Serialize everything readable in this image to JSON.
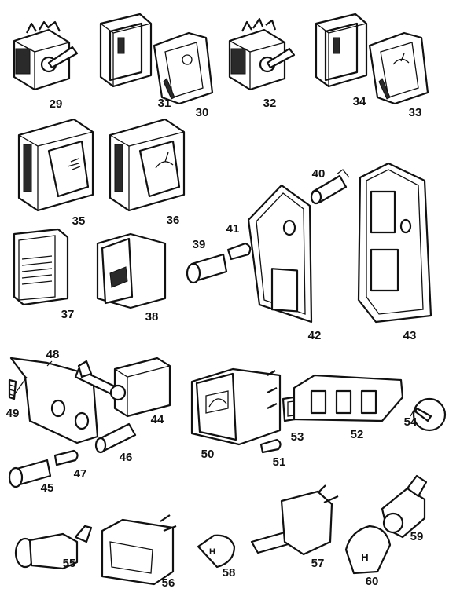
{
  "callouts": {
    "c29": "29",
    "c30": "30",
    "c31": "31",
    "c32": "32",
    "c33": "33",
    "c34": "34",
    "c35": "35",
    "c36": "36",
    "c37": "37",
    "c38": "38",
    "c39": "39",
    "c40": "40",
    "c41": "41",
    "c42": "42",
    "c43": "43",
    "c44": "44",
    "c45": "45",
    "c46": "46",
    "c47": "47",
    "c48": "48",
    "c49": "49",
    "c50": "50",
    "c51": "51",
    "c52": "52",
    "c53": "53",
    "c54": "54",
    "c55": "55",
    "c56": "56",
    "c57": "57",
    "c58": "58",
    "c59": "59",
    "c60": "60"
  },
  "symbols": {
    "gear_knob_letter": "H",
    "knob_58_letter": "H"
  }
}
